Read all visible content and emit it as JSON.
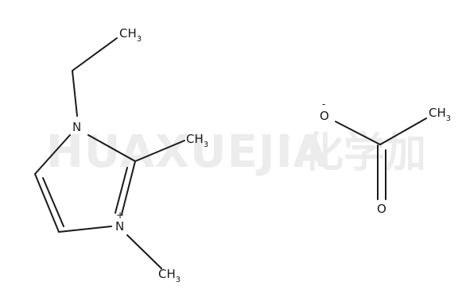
{
  "watermark": {
    "latin": "HUAXUEJIA",
    "registered": "®",
    "chinese": "化学加"
  },
  "cation": {
    "n1_label": "N",
    "n3_label": "N",
    "n3_charge": "+",
    "ethyl_ch3_main": "CH",
    "ethyl_ch3_sub": "3",
    "c2_methyl_main": "CH",
    "c2_methyl_sub": "3",
    "n3_methyl_main": "CH",
    "n3_methyl_sub": "3"
  },
  "anion": {
    "o_minus_label": "O",
    "o_minus_charge": "-",
    "carbonyl_o_label": "O",
    "methyl_main": "CH",
    "methyl_sub": "3"
  }
}
